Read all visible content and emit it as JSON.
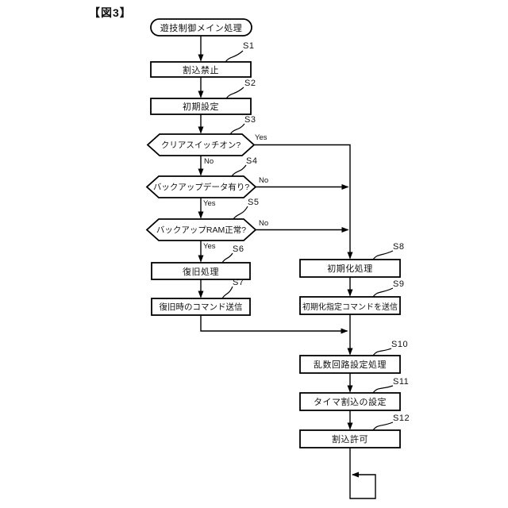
{
  "figure": {
    "title": "【図3】",
    "background_color": "#ffffff",
    "line_color": "#000000"
  },
  "nodes": {
    "start": {
      "label": "遊技制御メイン処理",
      "type": "terminal"
    },
    "s1": {
      "id": "S1",
      "label": "割込禁止",
      "type": "process"
    },
    "s2": {
      "id": "S2",
      "label": "初期設定",
      "type": "process"
    },
    "s3": {
      "id": "S3",
      "label": "クリアスイッチオン?",
      "type": "decision",
      "yes": "Yes",
      "no": "No"
    },
    "s4": {
      "id": "S4",
      "label": "バックアップデータ有り?",
      "type": "decision",
      "yes": "Yes",
      "no": "No"
    },
    "s5": {
      "id": "S5",
      "label": "バックアップRAM正常?",
      "type": "decision",
      "yes": "Yes",
      "no": "No"
    },
    "s6": {
      "id": "S6",
      "label": "復旧処理",
      "type": "process"
    },
    "s7": {
      "id": "S7",
      "label": "復旧時のコマンド送信",
      "type": "process"
    },
    "s8": {
      "id": "S8",
      "label": "初期化処理",
      "type": "process"
    },
    "s9": {
      "id": "S9",
      "label": "初期化指定コマンドを送信",
      "type": "process"
    },
    "s10": {
      "id": "S10",
      "label": "乱数回路設定処理",
      "type": "process"
    },
    "s11": {
      "id": "S11",
      "label": "タイマ割込の設定",
      "type": "process"
    },
    "s12": {
      "id": "S12",
      "label": "割込許可",
      "type": "process"
    }
  },
  "edges": [
    {
      "from": "start",
      "to": "s1"
    },
    {
      "from": "s1",
      "to": "s2"
    },
    {
      "from": "s2",
      "to": "s3"
    },
    {
      "from": "s3",
      "to": "s4",
      "label": "No"
    },
    {
      "from": "s3",
      "to": "s8",
      "label": "Yes"
    },
    {
      "from": "s4",
      "to": "s5",
      "label": "Yes"
    },
    {
      "from": "s4",
      "to": "s8",
      "label": "No"
    },
    {
      "from": "s5",
      "to": "s6",
      "label": "Yes"
    },
    {
      "from": "s5",
      "to": "s8",
      "label": "No"
    },
    {
      "from": "s6",
      "to": "s7"
    },
    {
      "from": "s7",
      "to": "s10"
    },
    {
      "from": "s8",
      "to": "s9"
    },
    {
      "from": "s9",
      "to": "s10"
    },
    {
      "from": "s10",
      "to": "s11"
    },
    {
      "from": "s11",
      "to": "s12"
    },
    {
      "from": "s12",
      "to": "loop-end"
    }
  ]
}
